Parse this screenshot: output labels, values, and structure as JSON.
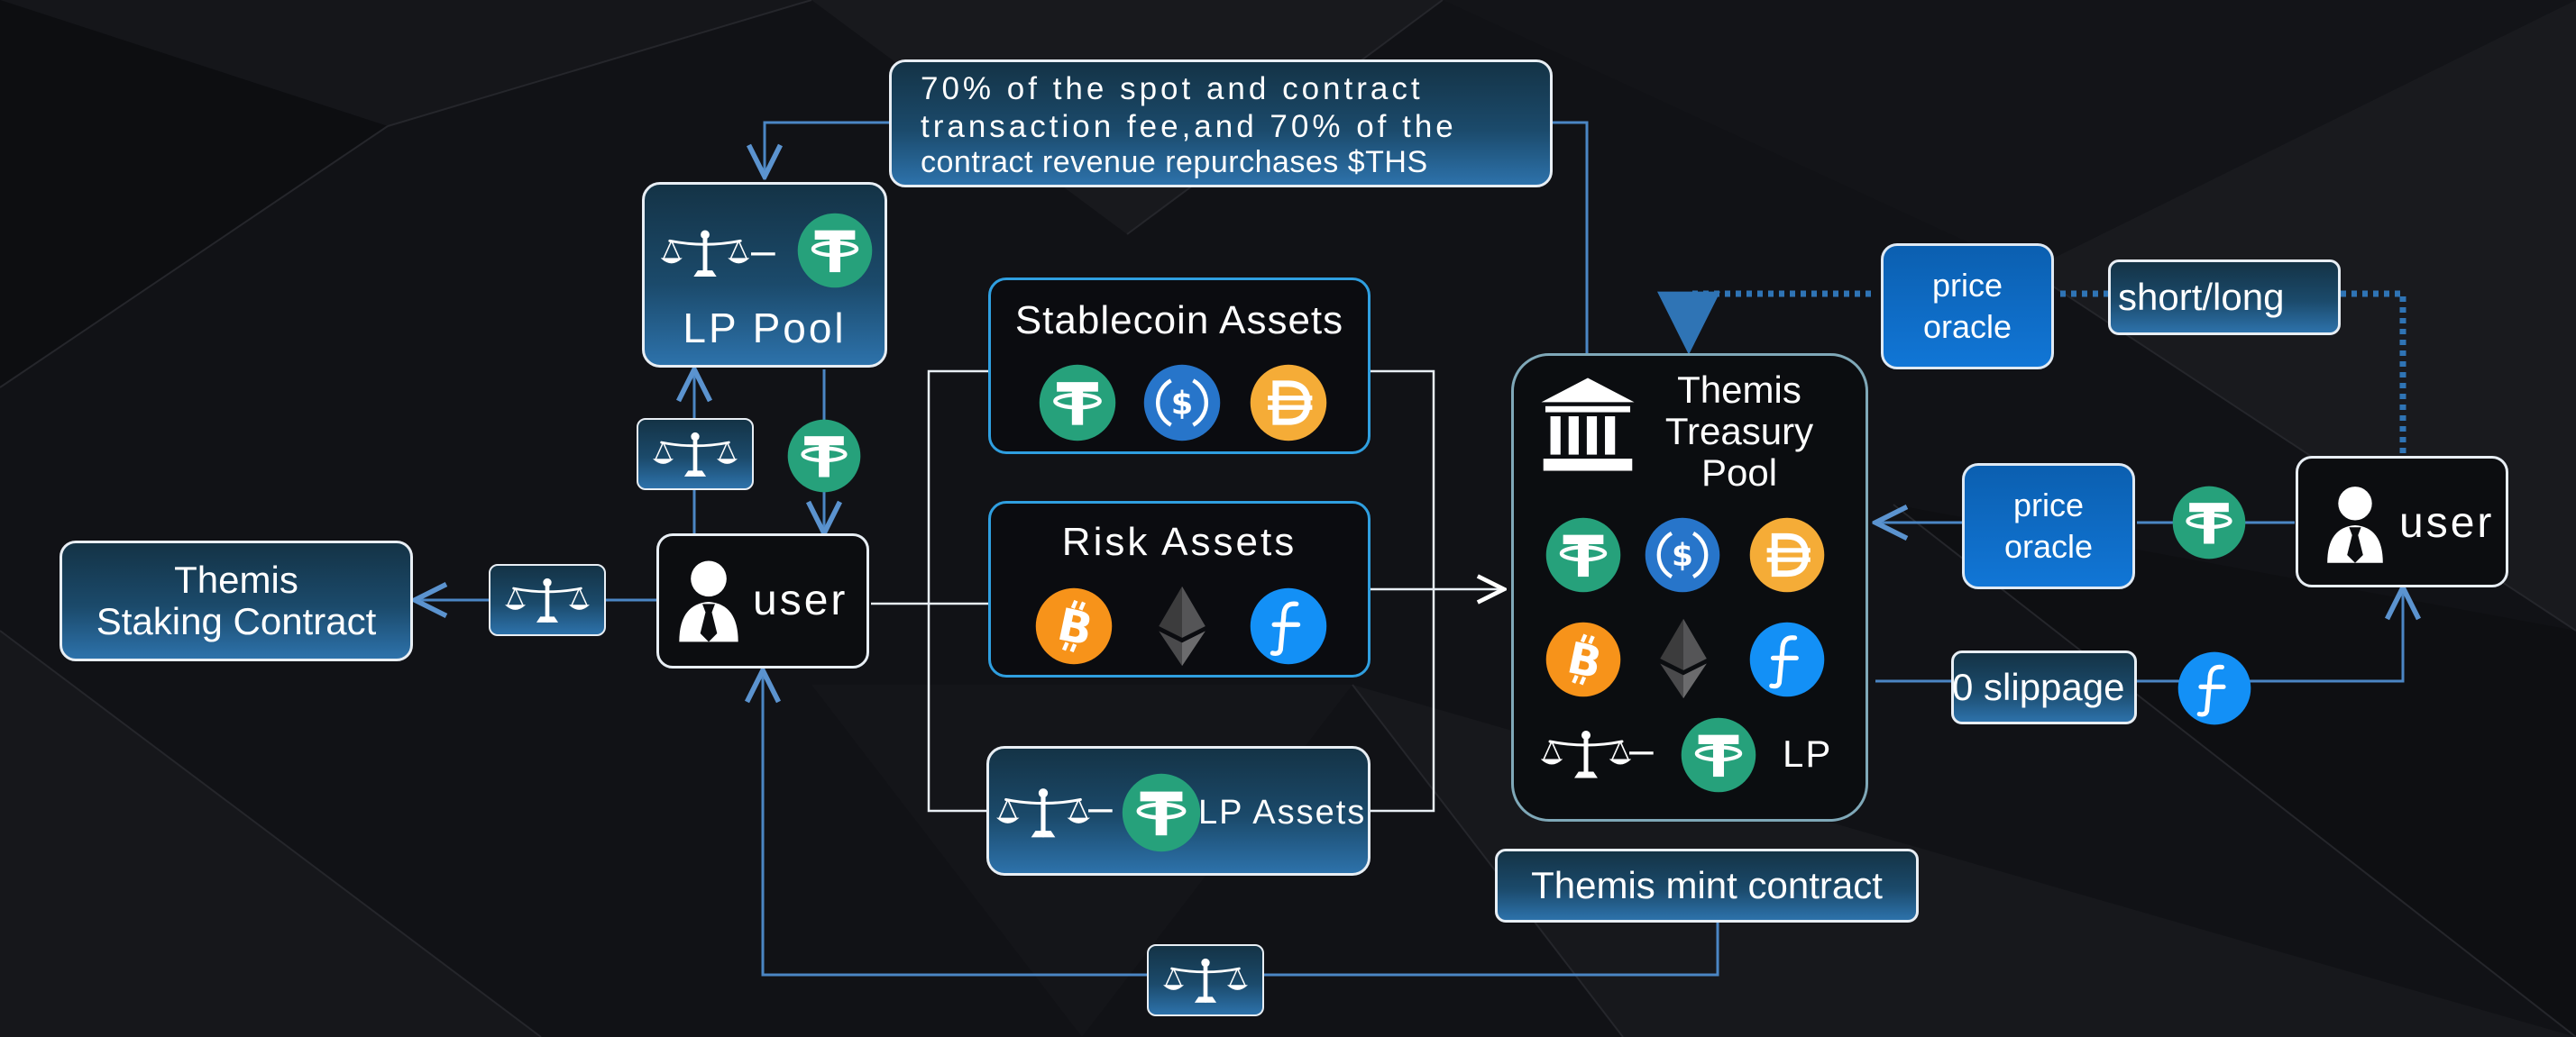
{
  "fee_note": {
    "line1": "70% of the spot and contract",
    "line2": "transaction fee,and 70% of the",
    "line3": "contract revenue repurchases $THS"
  },
  "lp_pool": {
    "dash": "–",
    "label": "LP Pool"
  },
  "staking_contract": {
    "line1": "Themis",
    "line2": "Staking Contract"
  },
  "user_left": {
    "label": "user"
  },
  "stablecoin_assets": {
    "title": "Stablecoin Assets"
  },
  "risk_assets": {
    "title": "Risk Assets"
  },
  "lp_assets": {
    "dash": "–",
    "label": "LP Assets"
  },
  "treasury": {
    "line1": "Themis",
    "line2": "Treasury",
    "line3": "Pool",
    "dash": "–",
    "lp_label": "LP"
  },
  "mint_contract": {
    "label": "Themis mint contract"
  },
  "price_oracle_top": {
    "line1": "price",
    "line2": "oracle"
  },
  "short_long": {
    "label": "short/long"
  },
  "price_oracle_mid": {
    "line1": "price",
    "line2": "oracle"
  },
  "user_right": {
    "label": "user"
  },
  "zero_slippage": {
    "label": "0 slippage"
  },
  "colors": {
    "tether": "#26a17b",
    "usdc": "#2775ca",
    "dai": "#f5ac37",
    "bitcoin": "#f7931a",
    "eth": "#8a8a8a",
    "fantom": "#1969ff",
    "line": "#4b86c4"
  }
}
